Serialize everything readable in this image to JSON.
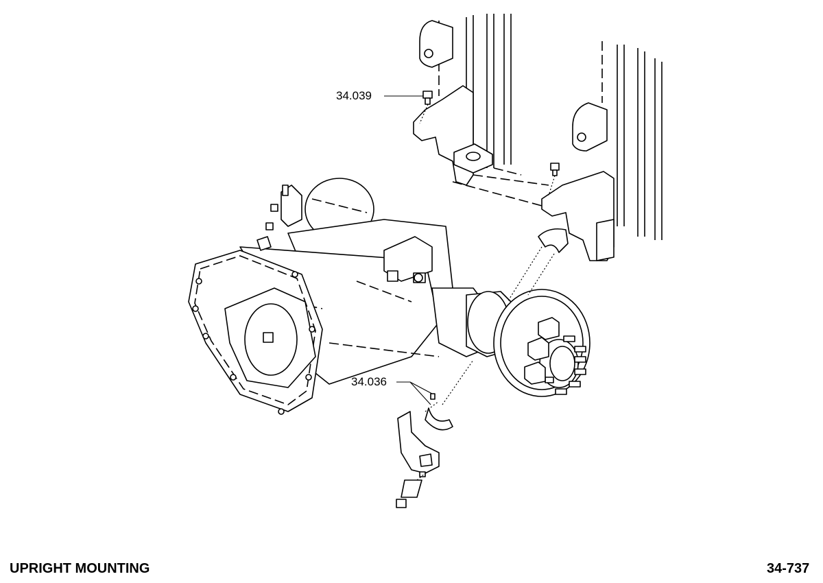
{
  "figure": {
    "title": "UPRIGHT MOUNTING",
    "page_number": "34-737"
  },
  "callouts": [
    {
      "label": "34.039"
    },
    {
      "label": "34.036"
    }
  ]
}
